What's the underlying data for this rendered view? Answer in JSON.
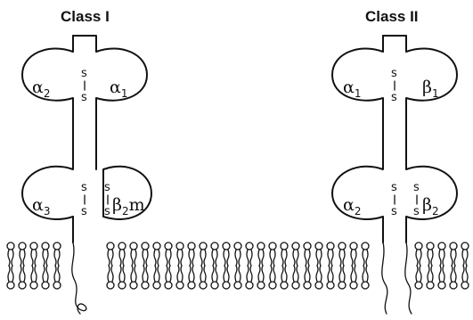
{
  "titles": {
    "class1": "Class I",
    "class2": "Class II"
  },
  "disulfide": "s",
  "domains": {
    "alpha2_c1": {
      "base": "α",
      "sub": "2"
    },
    "alpha1_c1": {
      "base": "α",
      "sub": "1"
    },
    "alpha3_c1": {
      "base": "α",
      "sub": "3"
    },
    "beta2m_c1": {
      "base": "β",
      "sub": "2",
      "suffix": "m"
    },
    "alpha1_c2": {
      "base": "α",
      "sub": "1"
    },
    "beta1_c2": {
      "base": "β",
      "sub": "1"
    },
    "alpha2_c2": {
      "base": "α",
      "sub": "2"
    },
    "beta2_c2": {
      "base": "β",
      "sub": "2"
    }
  }
}
